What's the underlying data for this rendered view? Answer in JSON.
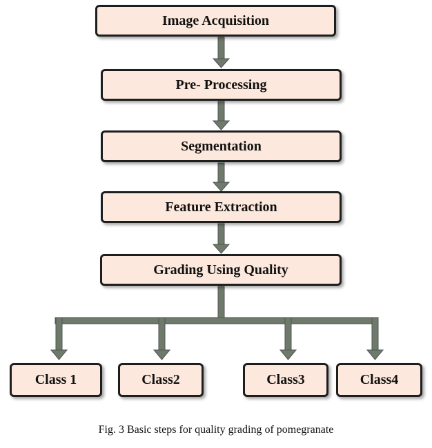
{
  "diagram": {
    "steps": [
      {
        "id": "image-acquisition",
        "label": "Image Acquisition"
      },
      {
        "id": "pre-processing",
        "label": "Pre- Processing"
      },
      {
        "id": "segmentation",
        "label": "Segmentation"
      },
      {
        "id": "feature-extraction",
        "label": "Feature Extraction"
      },
      {
        "id": "grading",
        "label": "Grading Using Quality"
      }
    ],
    "classes": [
      {
        "id": "class-1",
        "label": "Class 1"
      },
      {
        "id": "class-2",
        "label": "Class2"
      },
      {
        "id": "class-3",
        "label": "Class3"
      },
      {
        "id": "class-4",
        "label": "Class4"
      }
    ],
    "edges": [
      {
        "from": "image-acquisition",
        "to": "pre-processing"
      },
      {
        "from": "pre-processing",
        "to": "segmentation"
      },
      {
        "from": "segmentation",
        "to": "feature-extraction"
      },
      {
        "from": "feature-extraction",
        "to": "grading"
      },
      {
        "from": "grading",
        "to": "class-1"
      },
      {
        "from": "grading",
        "to": "class-2"
      },
      {
        "from": "grading",
        "to": "class-3"
      },
      {
        "from": "grading",
        "to": "class-4"
      }
    ],
    "colors": {
      "box_fill": "#fce8dc",
      "box_border": "#1e1e1e",
      "arrow": "#6f7a6c"
    }
  },
  "caption": "Fig. 3 Basic steps for quality grading of pomegranate"
}
